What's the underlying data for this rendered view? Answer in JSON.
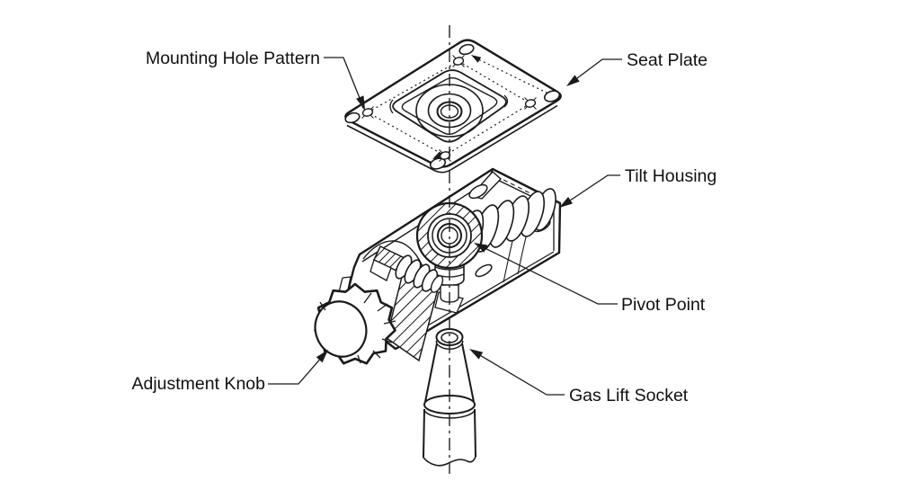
{
  "diagram": {
    "description": "Exploded line-art diagram of a chair seat tilt mechanism",
    "colors": {
      "background": "#ffffff",
      "line": "#1a1a1a",
      "text": "#111111"
    },
    "labels": [
      {
        "id": "mounting-hole-pattern",
        "text": "Mounting Hole Pattern"
      },
      {
        "id": "seat-plate",
        "text": "Seat Plate"
      },
      {
        "id": "tilt-housing",
        "text": "Tilt Housing"
      },
      {
        "id": "pivot-point",
        "text": "Pivot Point"
      },
      {
        "id": "adjustment-knob",
        "text": "Adjustment Knob"
      },
      {
        "id": "gas-lift-socket",
        "text": "Gas Lift Socket"
      }
    ]
  }
}
